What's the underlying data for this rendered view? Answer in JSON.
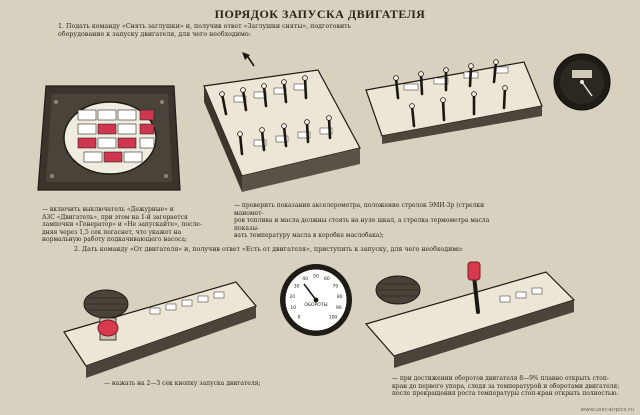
{
  "title": "ПОРЯДОК ЗАПУСКА ДВИГАТЕЛЯ",
  "step1": {
    "line1": "1. Подать команду «Снять заглушки» и, получив ответ «Заглушки сняты», подготовить",
    "line2": "оборудование к запуску двигателя, для чего необходимо:"
  },
  "caption_panel": [
    "— включить выключатель «Дежурные» и",
    "АЗС «Двигатель», при этом на 1-й загорается",
    "лампочки «Генератор» и «Не запускайте», после-",
    "дняя через 1,5 сек погаснет, что укажет на",
    "нормальную работу подкачивающего насоса;"
  ],
  "caption_gauges": [
    "— проверить показания акселерометра, положение стрелок ЭМИ-3р (стрелки маномет-",
    "ров топлива и масла должны стоять на нуле шкал, а стрелка термометра масла показы-",
    "вать температуру масла в коробке маслобака);"
  ],
  "step2": {
    "line1": "2. Дать команду «От двигателя» и, получив ответ «Есть от двигателя», приступить к запуску, для чего необходимо:"
  },
  "caption_start": "— нажать на 2—3 сек кнопку запуска двигателя;",
  "caption_throttle": [
    "— при достижении оборотов двигателя 8—9% плавно открыть стоп-",
    "кран до первого упора, следя за температурой и оборотами двигателя;",
    "после прекращения роста температуры стоп-кран открыть полностью."
  ],
  "dial_label": "ОБОРОТЫ",
  "dial_ticks": [
    "0",
    "10",
    "20",
    "30",
    "40",
    "50",
    "60",
    "70",
    "80",
    "90",
    "100"
  ],
  "watermark": "www.ussr-airpics.ru"
}
